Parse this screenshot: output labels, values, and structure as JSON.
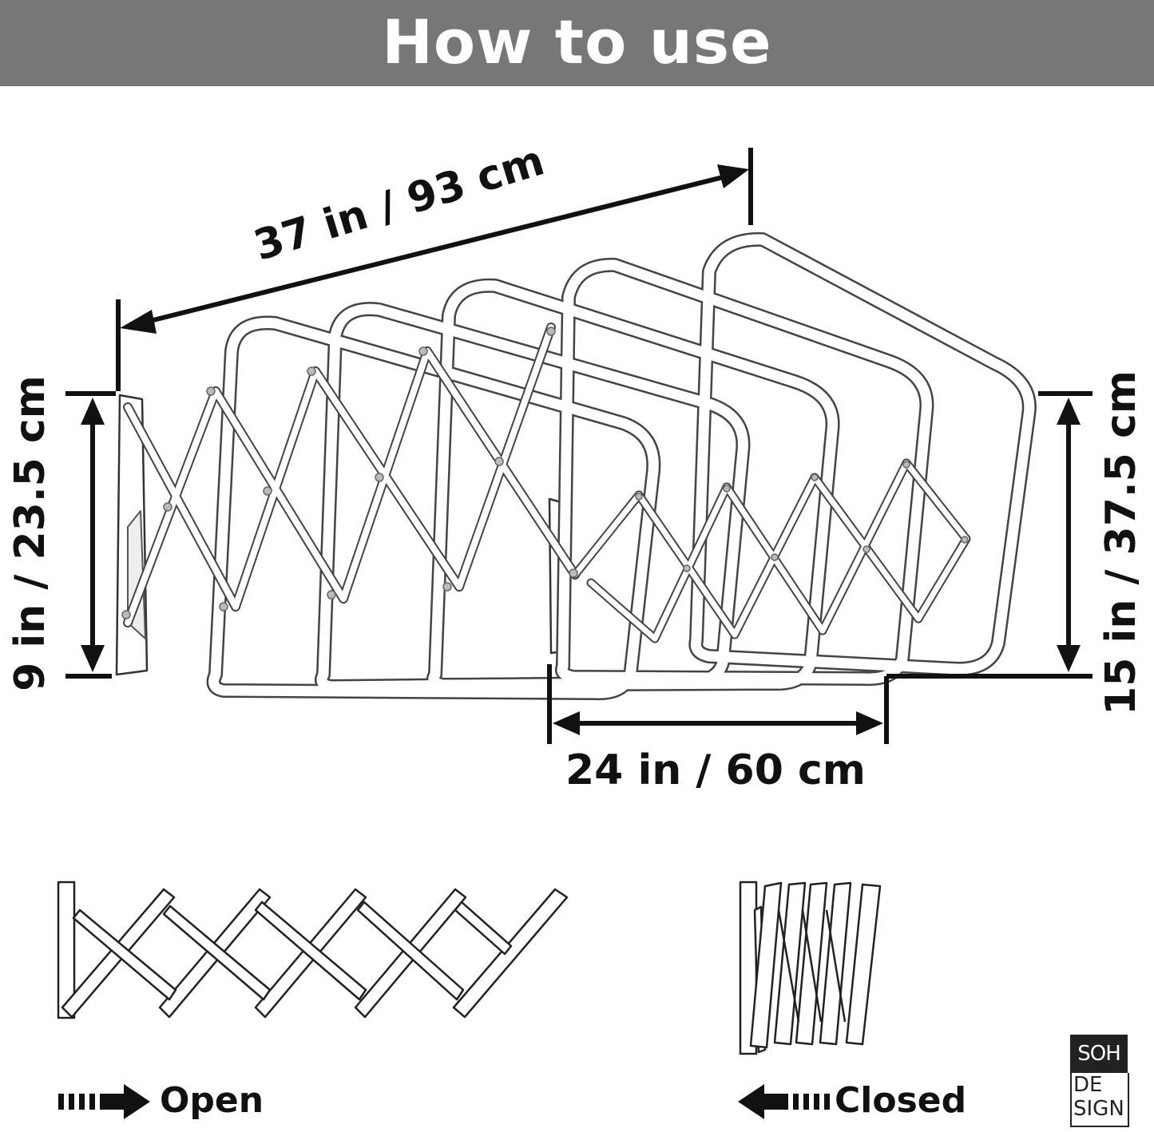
{
  "header": {
    "title": "How to use"
  },
  "dimensions": {
    "total_length": "37 in / 93 cm",
    "depth": "24 in / 60 cm",
    "wall_height": "9 in / 23.5 cm",
    "rack_height": "15 in / 37.5 cm"
  },
  "states": {
    "open_label": "Open",
    "closed_label": "Closed"
  },
  "logo": {
    "line1": "SOH",
    "line2": "DE",
    "line3": "SIGN"
  },
  "colors": {
    "banner": "#777777",
    "ink": "#111111",
    "rack": "#ffffff"
  }
}
